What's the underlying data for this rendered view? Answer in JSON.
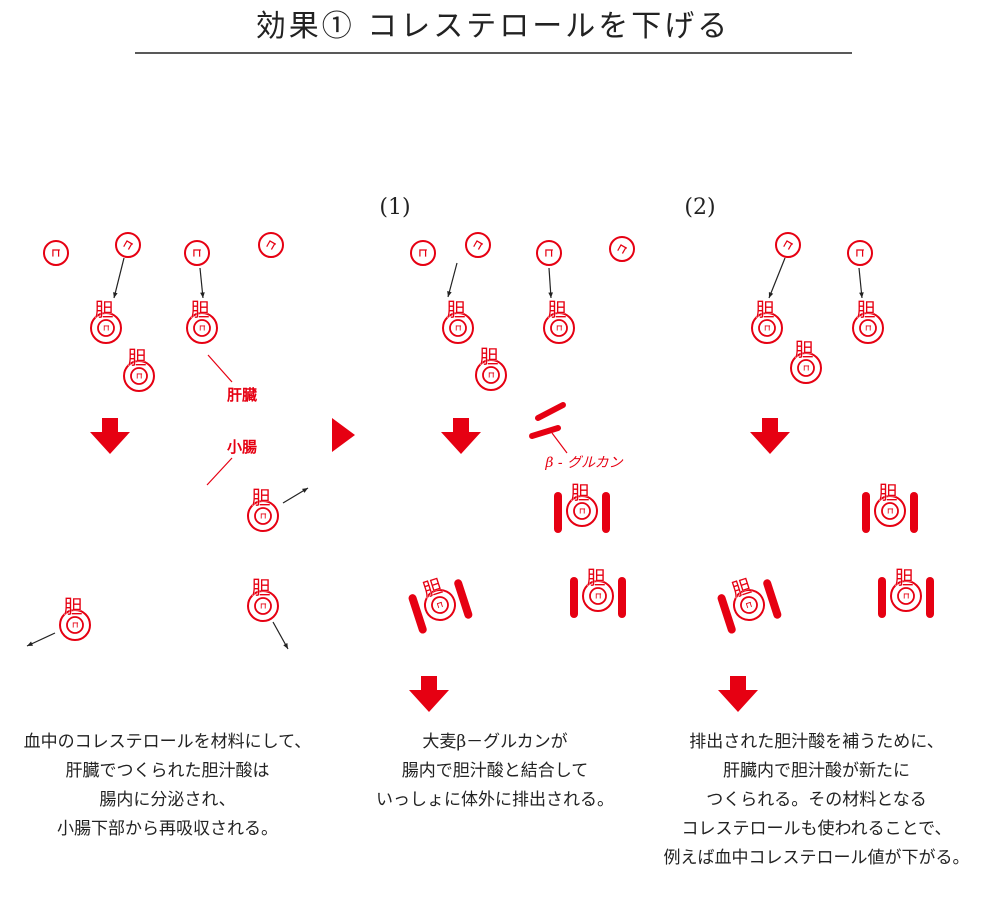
{
  "title": "効果① コレステロールを下げる",
  "steps": [
    {
      "label": "(1)"
    },
    {
      "label": "(2)"
    }
  ],
  "molecule": {
    "cholesterol": "コ",
    "bile_acid": "胆"
  },
  "labels": {
    "liver": "肝臓",
    "intestine": "小腸",
    "beta_glucan": "β - グルカン"
  },
  "captions": [
    [
      "血中のコレステロールを材料にして、",
      "肝臓でつくられた胆汁酸は",
      "腸内に分泌され、",
      "小腸下部から再吸収される。"
    ],
    [
      "大麦β－グルカンが",
      "腸内で胆汁酸と結合して",
      "いっしょに体外に排出される。"
    ],
    [
      "排出された胆汁酸を補うために、",
      "肝臓内で胆汁酸が新たに",
      "つくられる。その材料となる",
      "コレステロールも使われることで、",
      "例えば血中コレステロール値が下がる。"
    ]
  ],
  "colors": {
    "accent": "#e60012",
    "text": "#222222"
  }
}
